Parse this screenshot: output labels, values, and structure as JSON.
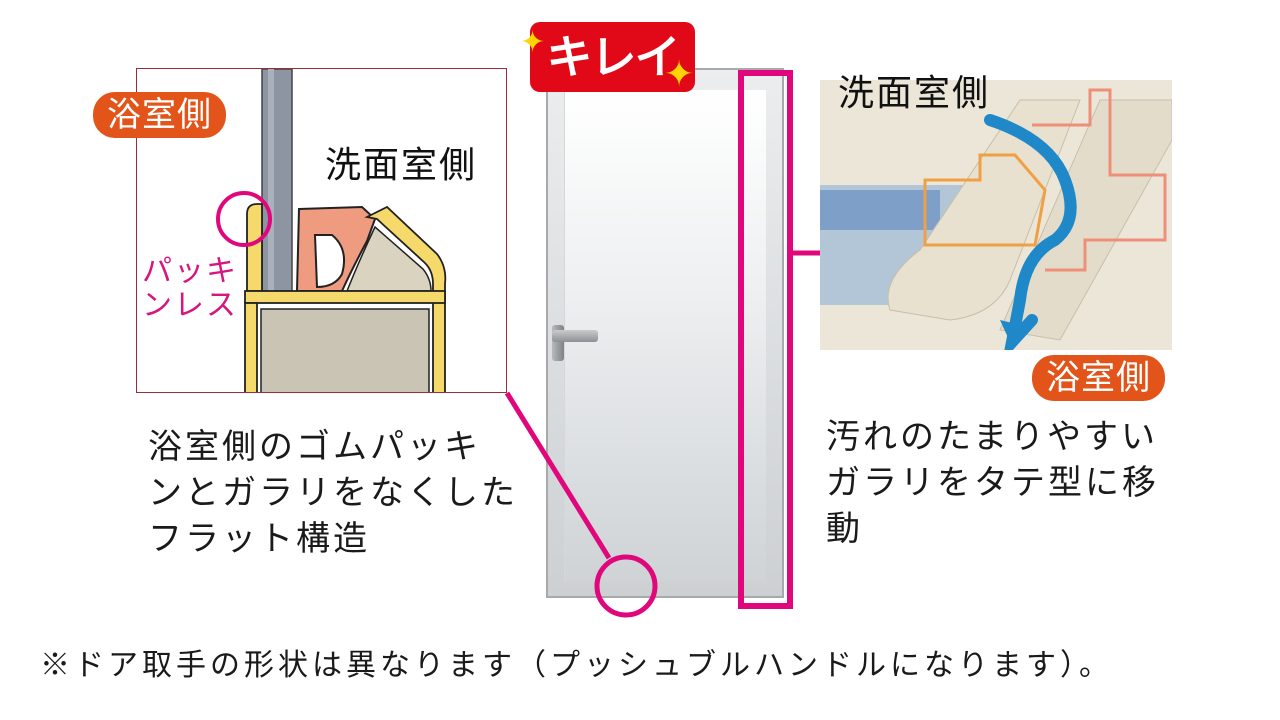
{
  "badge": {
    "label": "キレイ",
    "color": "#e10917"
  },
  "left_panel": {
    "bathroom_side_label": "浴室側",
    "washroom_side_label": "洗面室側",
    "packless_label_line1": "パッキ",
    "packless_label_line2": "ンレス",
    "caption_lines": [
      "浴室側のゴムパッキ",
      "ンとガラリをなくした",
      "フラット構造"
    ]
  },
  "right_panel": {
    "washroom_side_label": "洗面室側",
    "bathroom_side_label": "浴室側",
    "caption_lines": [
      "汚れのたまりやすい",
      "ガラリをタテ型に移",
      "動"
    ]
  },
  "footnote": "※ドア取手の形状は異なります（プッシュブルハンドルになります）。",
  "colors": {
    "accent_magenta": "#e0077d",
    "pill_orange": "#e2541a",
    "frame_red": "#9b2c3a",
    "airflow_blue": "#1e88c8"
  }
}
